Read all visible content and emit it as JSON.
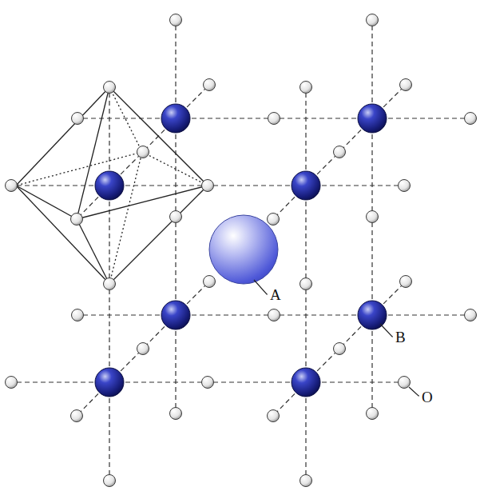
{
  "diagram": {
    "labels": [
      "A",
      "B",
      "O"
    ]
  }
}
